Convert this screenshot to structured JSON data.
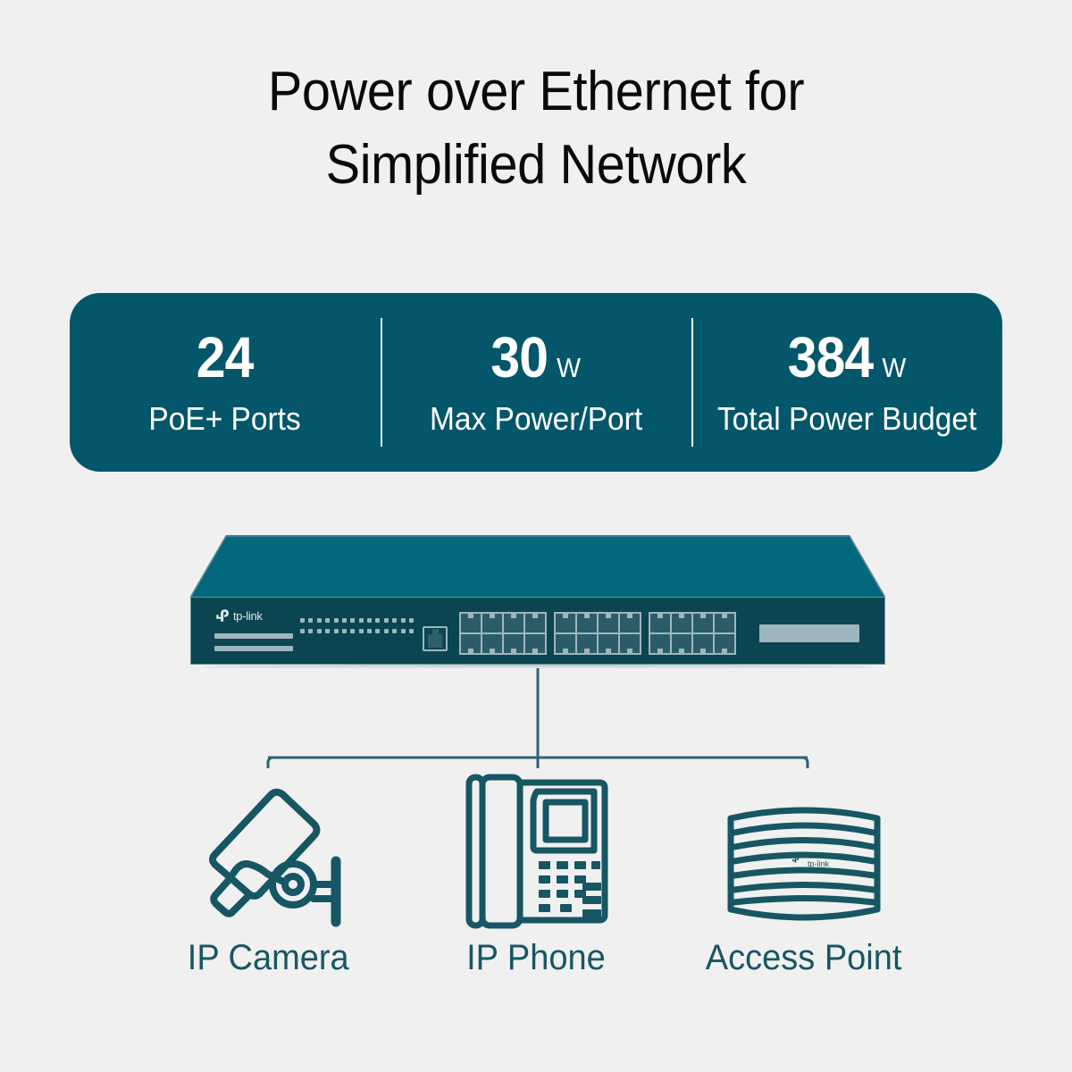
{
  "page": {
    "background_color": "#f0f0f0",
    "brand_teal": "#04566a",
    "accent_teal": "#175663"
  },
  "headline": {
    "line1": "Power over Ethernet for",
    "line2": "Simplified Network"
  },
  "stats_panel": {
    "background_color": "#04566a",
    "items": [
      {
        "value": "24",
        "unit": "",
        "label": "PoE+ Ports"
      },
      {
        "value": "30",
        "unit": "W",
        "label": "Max Power/Port"
      },
      {
        "value": "384",
        "unit": "W",
        "label": "Total Power Budget"
      }
    ]
  },
  "device": {
    "brand": "tp-link",
    "top_color": "#04687d",
    "front_color": "#0c4552",
    "port_count": 24,
    "port_groups": 3,
    "ports_per_group": 8,
    "led_count_per_row": 14,
    "led_rows": 2
  },
  "devices": [
    {
      "icon": "ip-camera-icon",
      "label": "IP Camera"
    },
    {
      "icon": "ip-phone-icon",
      "label": "IP Phone"
    },
    {
      "icon": "access-point-icon",
      "label": "Access Point",
      "brand": "tp-link"
    }
  ]
}
